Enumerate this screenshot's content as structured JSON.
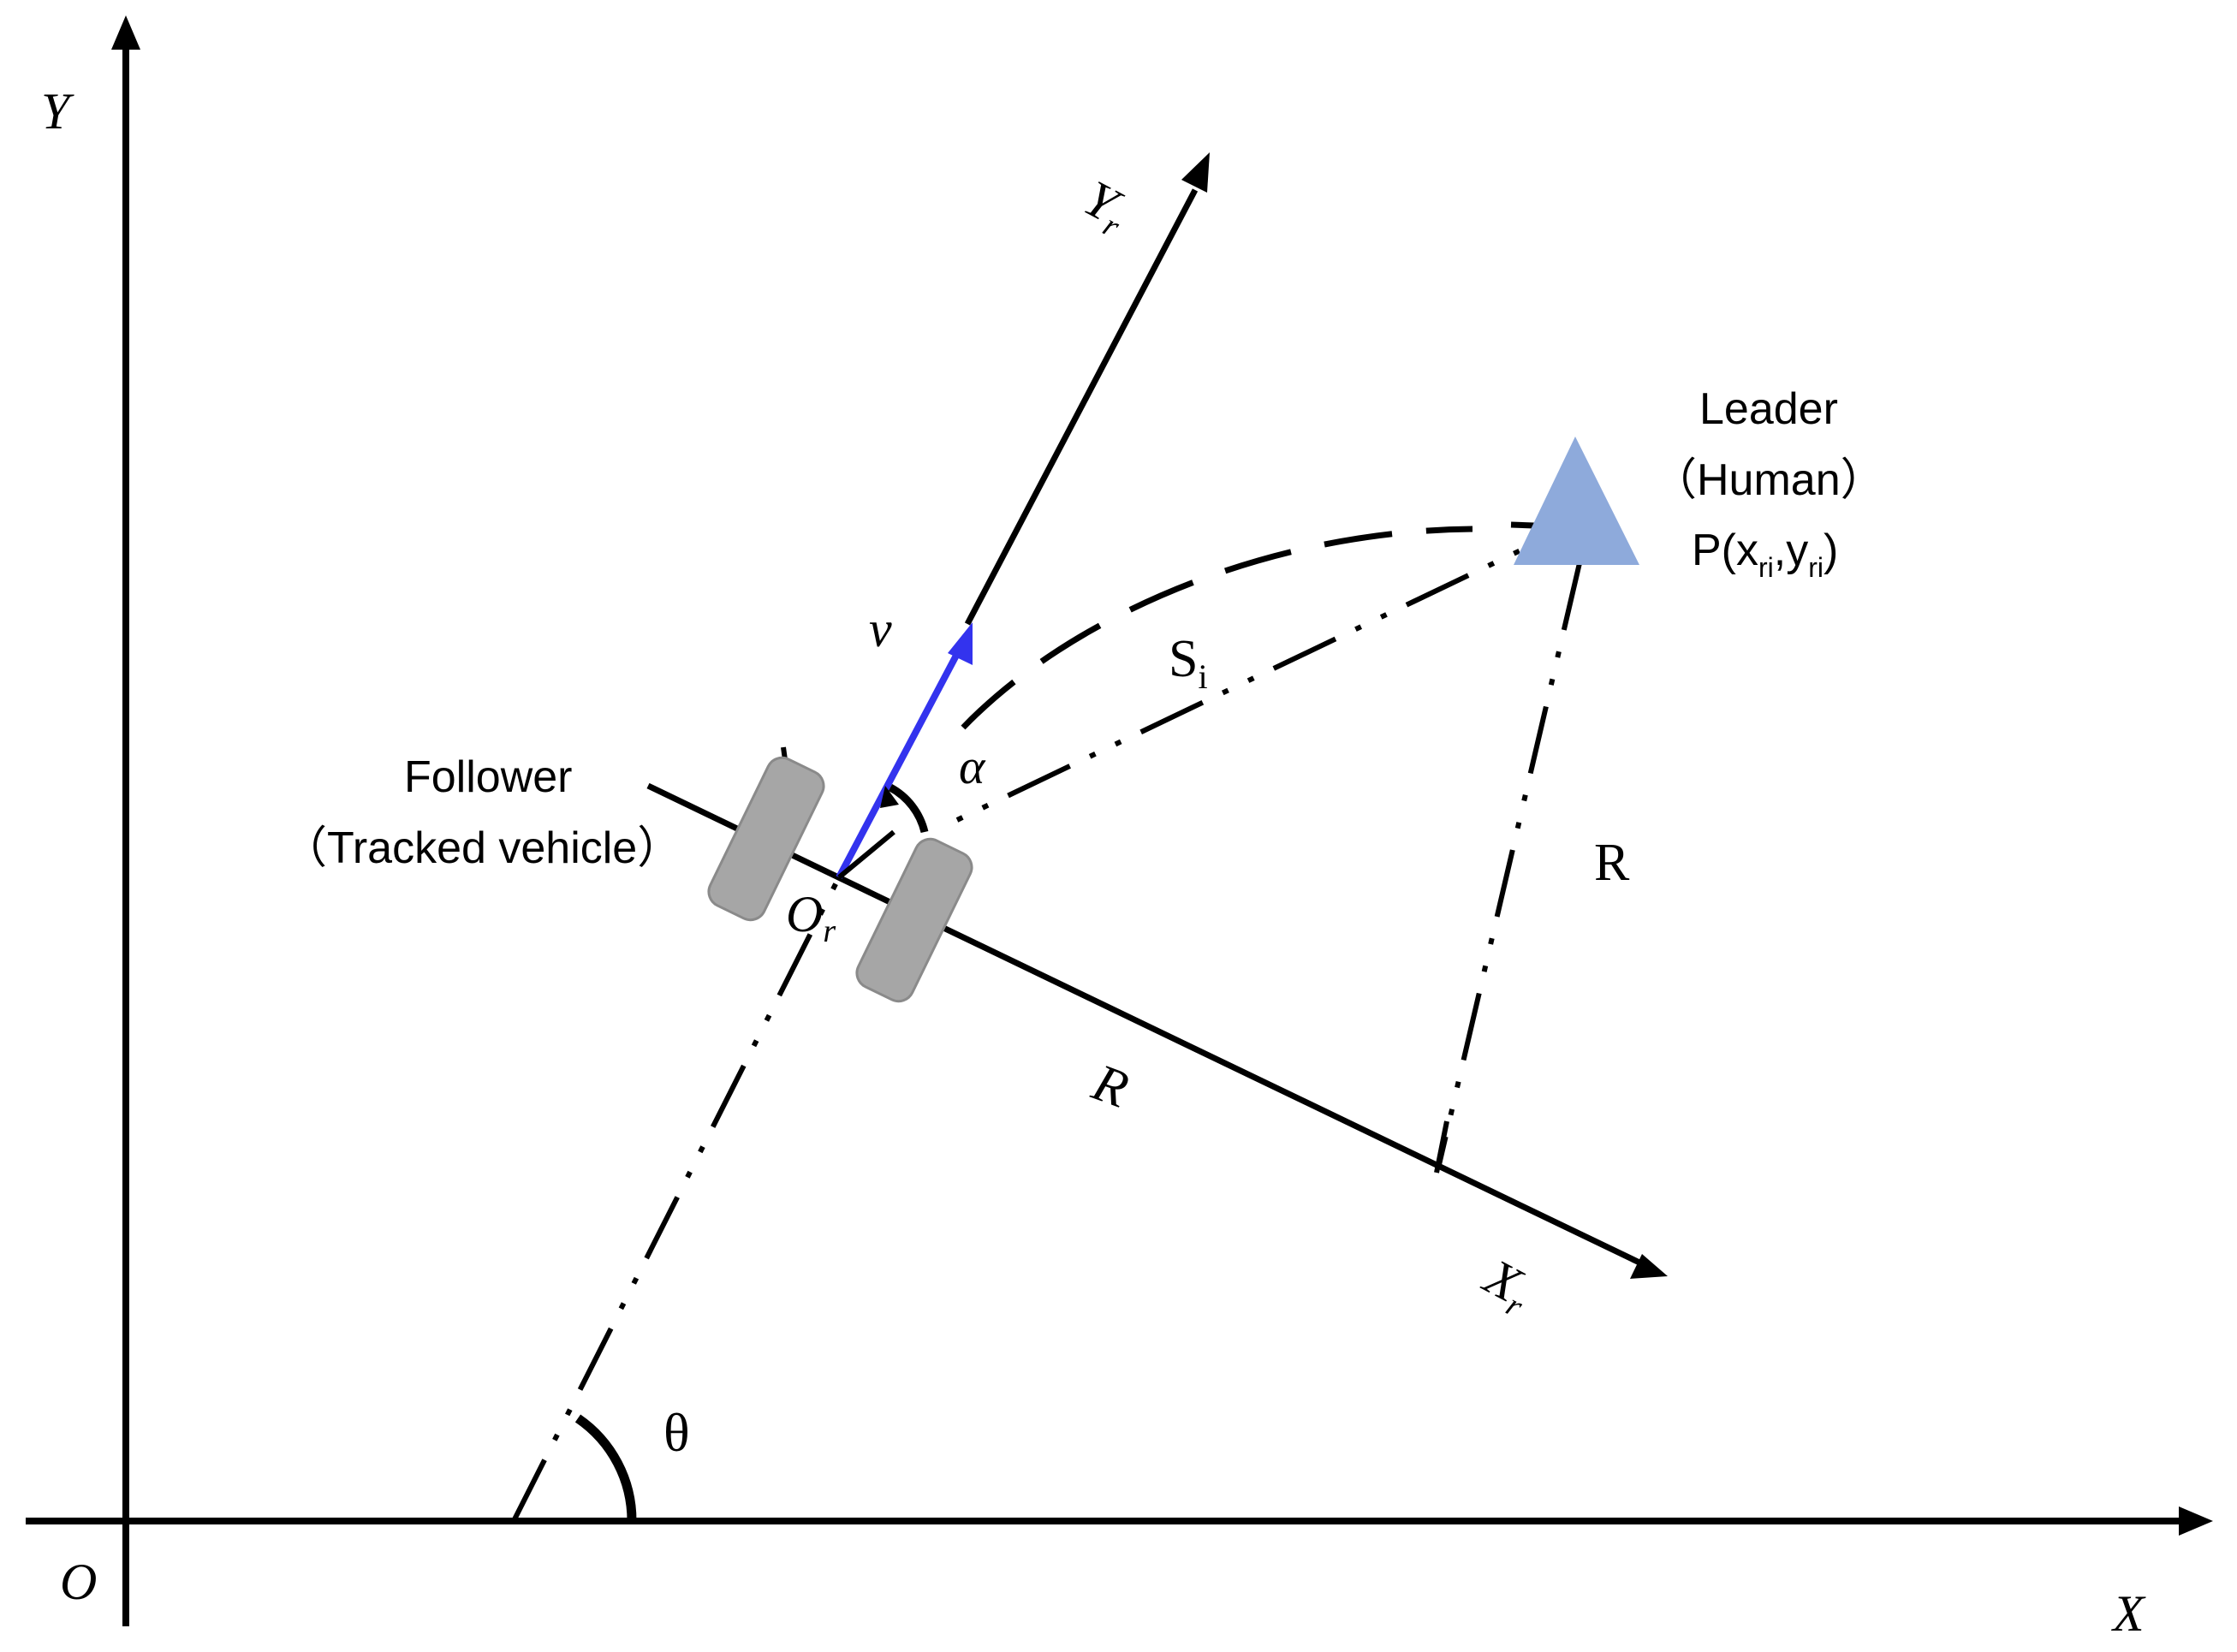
{
  "labels": {
    "global_y_axis": "Y",
    "global_x_axis": "X",
    "origin": "O",
    "robot_y_axis_main": "Y",
    "robot_y_axis_sub": "r",
    "robot_x_axis_main": "X",
    "robot_x_axis_sub": "r",
    "robot_origin_main": "O",
    "robot_origin_sub": "r",
    "velocity": "ν",
    "alpha": "α",
    "theta": "θ",
    "radius_on_axis": "R",
    "radius_to_leader": "R",
    "path_main": "S",
    "path_sub": "i",
    "follower_title": "Follower",
    "follower_subtitle": "（Tracked vehicle）",
    "leader_title": "Leader",
    "leader_subtitle": "（Human）",
    "leader_point_prefix": "P(x",
    "leader_point_sub1": "ri",
    "leader_point_mid": ",y",
    "leader_point_sub2": "ri",
    "leader_point_suffix": ")"
  },
  "icons": {
    "leader_marker": "triangle-icon",
    "follower_marker": "tracked-vehicle-icon"
  },
  "colors": {
    "axis": "#000000",
    "velocity_vector": "#3333ee",
    "leader_triangle": "#8eaadb",
    "vehicle_track": "#a6a6a6"
  }
}
